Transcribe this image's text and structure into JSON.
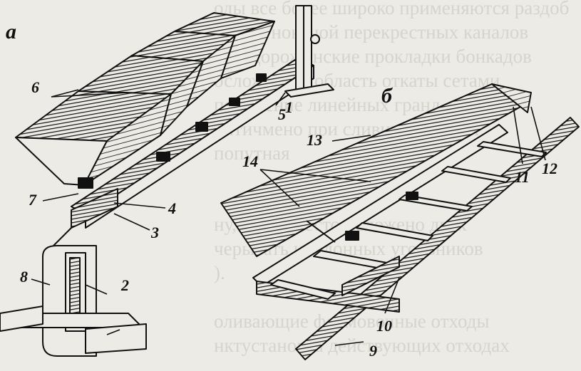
{
  "panel_labels": {
    "a": "а",
    "b": "б"
  },
  "callouts": {
    "n1": "1",
    "n2": "2",
    "n3": "3",
    "n4": "4",
    "n5": "5",
    "n6": "6",
    "n7": "7",
    "n8": "8",
    "n9": "9",
    "n10": "10",
    "n11": "11",
    "n12": "12",
    "n13": "13",
    "n14": "14"
  },
  "background_text": [
    "оды все более широко применяются раздоб",
    "шение ноканой перекрестных каналов",
    "нигодорожинские прокладки бонкадов",
    "осложнявта область откаты сетами",
    "поражение линейных гранд",
    "ритичмено при сливичальной ит",
    "попутная",
    "ну, если вместо положено двух",
    "черывать инодонных угольников",
    ").",
    "оливающие формовочные отходы",
    "нктустановка действующих отходах"
  ],
  "colors": {
    "ink": "#111111",
    "paper": "#ecebe6",
    "ghost_text": "#d6d4cd"
  }
}
